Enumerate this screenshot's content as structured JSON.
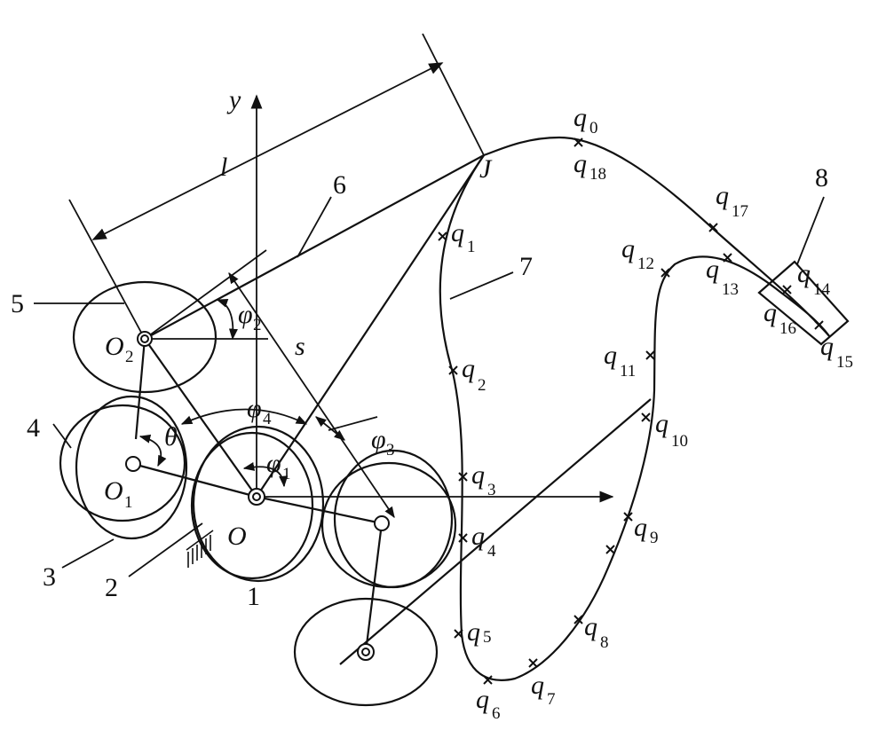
{
  "labels": {
    "y": "y",
    "l": "l",
    "s": "s",
    "J": "J",
    "O": "O",
    "O1": "O",
    "O1_sub": "1",
    "O2": "O",
    "O2_sub": "2",
    "theta": "θ",
    "phi": "φ",
    "phi1_sub": "1",
    "phi2_sub": "2",
    "phi3_sub": "3",
    "phi4_sub": "4",
    "part1": "1",
    "part2": "2",
    "part3": "3",
    "part4": "4",
    "part5": "5",
    "part6": "6",
    "part7": "7",
    "part8": "8"
  },
  "q": {
    "letter": "q",
    "subs": [
      "0",
      "1",
      "2",
      "3",
      "4",
      "5",
      "6",
      "7",
      "8",
      "9",
      "10",
      "11",
      "12",
      "13",
      "14",
      "15",
      "16",
      "17",
      "18"
    ]
  }
}
